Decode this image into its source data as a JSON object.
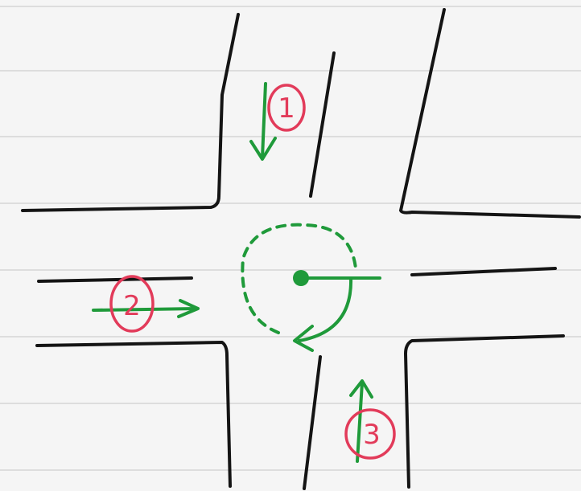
{
  "diagram": {
    "labels": {
      "one": "1",
      "two": "2",
      "three": "3"
    },
    "colors": {
      "paper": "#f5f5f5",
      "rule_line": "#dcdcdc",
      "road": "#141414",
      "arrow": "#1f9a3a",
      "label": "#e23b5a"
    }
  }
}
